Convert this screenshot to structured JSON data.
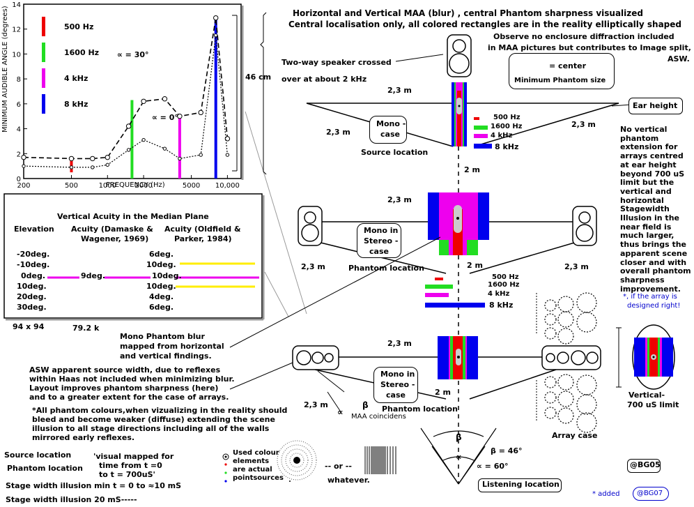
{
  "colors": {
    "red": "#ee0000",
    "green": "#22dd22",
    "magenta": "#ee00ee",
    "blue": "#0000ee",
    "yellow": "#ffee00",
    "gray": "#cccccc"
  },
  "title": {
    "line1": "Horizontal and Vertical MAA (blur) , central Phantom sharpness visualized",
    "line2": "Central localisation only, all colored rectangles are in the reality elliptically shaped"
  },
  "chart": {
    "ylabel": "MINIMUM AUDIBLE ANGLE (degrees)",
    "xlabel": "FREQUENCY (Hz)",
    "yticks": [
      "0",
      "2",
      "4",
      "6",
      "8",
      "10",
      "12",
      "14"
    ],
    "xticks": [
      "200",
      "500",
      "1000",
      "2000",
      "5000",
      "10,000"
    ],
    "legend": [
      {
        "label": "500 Hz",
        "color": "#ee0000"
      },
      {
        "label": "1600 Hz",
        "color": "#22dd22"
      },
      {
        "label": "4 kHz",
        "color": "#ee00ee"
      },
      {
        "label": "8 kHz",
        "color": "#0000ee"
      }
    ],
    "curve1_label": "∝ = 30°",
    "curve2_label": "∝ = 0°",
    "side_label": "46 cm"
  },
  "chart_data": {
    "type": "line",
    "xlabel": "FREQUENCY (Hz)",
    "ylabel": "MINIMUM AUDIBLE ANGLE (degrees)",
    "xscale": "log",
    "xlim": [
      200,
      13000
    ],
    "ylim": [
      0,
      14
    ],
    "series": [
      {
        "name": "∝ = 30°",
        "x": [
          200,
          500,
          750,
          1000,
          1500,
          2000,
          3000,
          4000,
          6000,
          8000,
          10000
        ],
        "y": [
          1.7,
          1.6,
          1.6,
          1.7,
          4.2,
          6.2,
          6.4,
          5.0,
          5.3,
          12.9,
          3.2
        ]
      },
      {
        "name": "∝ = 0°",
        "x": [
          200,
          500,
          750,
          1000,
          1500,
          2000,
          3000,
          4000,
          6000,
          8000,
          10000
        ],
        "y": [
          1.0,
          0.9,
          0.9,
          1.1,
          2.3,
          3.1,
          2.4,
          1.6,
          1.9,
          11.5,
          1.9
        ]
      }
    ],
    "markers": [
      {
        "label": "500 Hz",
        "x": 500,
        "y": [
          0.5,
          1.6
        ]
      },
      {
        "label": "1600 Hz",
        "x": 1600,
        "y": [
          0,
          6.3
        ]
      },
      {
        "label": "4 kHz",
        "x": 4000,
        "y": [
          0,
          5.1
        ]
      },
      {
        "label": "8 kHz",
        "x": 8000,
        "y": [
          0,
          12.9
        ]
      }
    ]
  },
  "acuity": {
    "title": "Vertical Acuity in the Median Plane",
    "h_elev": "Elevation",
    "h_dam1": "Acuity (Damaske &",
    "h_dam2": "Wagener, 1969)",
    "h_old1": "Acuity (Oldfield &",
    "h_old2": "Parker, 1984)",
    "elev": [
      "-20deg.",
      "-10deg.",
      "0deg.",
      "10deg.",
      "20deg.",
      "30deg."
    ],
    "dam": "9deg.",
    "old": [
      "6deg.",
      "10deg.",
      "10deg.",
      "10deg.",
      "4deg.",
      "6deg."
    ],
    "size": "94 x 94",
    "kb": "79.2 k"
  },
  "notes": {
    "crossover1": "Two-way speaker crossed",
    "crossover2": "over at about 2 kHz",
    "observe1": "Observe no enclosure diffraction included",
    "observe2": "in MAA pictures but contributes to Image split,",
    "observe3": "ASW.",
    "center": "= center",
    "min_phantom": "Minimum Phantom size",
    "ear_height": "Ear height",
    "no_vertical": [
      "No vertical",
      "phantom",
      "extension for",
      "arrays centred",
      "at ear height",
      "beyond 700 uS",
      "limit but the",
      "vertical and",
      "horizontal",
      "Stagewidth",
      "Illusion in the",
      "near field is",
      "much larger,",
      "thus brings the",
      "apparent scene",
      "closer and with",
      "overall phantom",
      "sharpness",
      "improvement."
    ],
    "array_note1": "*, if the array is",
    "array_note2": "designed right!",
    "mono_blur": [
      "Mono Phantom blur",
      "mapped from horizontal",
      "and vertical findings."
    ],
    "asw": [
      "ASW apparent source width, due to reflexes",
      "within Haas not included when minimizing blur.",
      "Layout improves phantom sharpness (here)",
      "and to a greater extent for the case of arrays."
    ],
    "colours": [
      "*All phantom colours,when vizualizing in the reality should",
      "bleed and become weaker (diffuse) extending the scene",
      "illusion to all stage directions including all of the walls",
      "mirrored early reflexes."
    ],
    "maa_coincidens": "MAA coincidens",
    "vertical_limit1": "Vertical-",
    "vertical_limit2": "700 uS limit",
    "array_case": "Array case",
    "listening": "Listening location",
    "beta": "β = 46°",
    "alpha": "∝ = 60°",
    "bg05": "@BG05",
    "added": "* added",
    "bg07": "@BG07"
  },
  "diagram": {
    "dist_23": "2,3 m",
    "dist_2": "2 m",
    "mono_case": [
      "Mono -",
      "case"
    ],
    "source_location": "Source location",
    "mono_stereo": [
      "Mono in",
      "Stereo -",
      "case"
    ],
    "phantom_location": "Phantom location",
    "freq_legend": [
      "500 Hz",
      "1600 Hz",
      "4 kHz",
      "8 kHz"
    ]
  },
  "bottom": {
    "source_location": "Source location",
    "phantom_location": "Phantom location",
    "mapped1": "'visual mapped for",
    "mapped2": "time from t =0",
    "mapped3": "to t = 700uS'",
    "stage1": "Stage width illusion min t = 0 to ≈10 mS",
    "stage2": "Stage width illusion 20 mS-----",
    "used1": "Used colour",
    "used2": "elements",
    "used3": "are actual",
    "used4": "pointsources",
    "or": "-- or --",
    "whatever": "whatever."
  }
}
